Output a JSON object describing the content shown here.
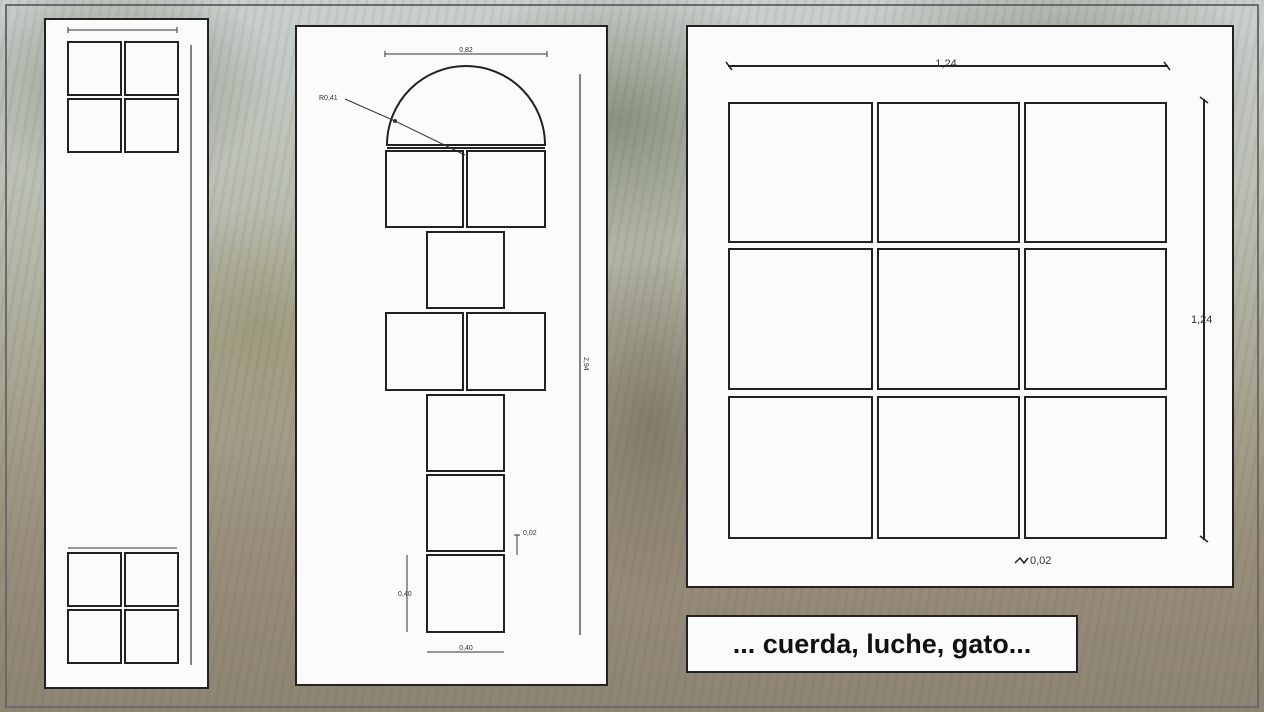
{
  "caption": "... cuerda, luche, gato...",
  "panel_left": {
    "grids": [
      {
        "name": "top-square-grid",
        "rows": 2,
        "cols": 2
      },
      {
        "name": "bottom-square-grid",
        "rows": 2,
        "cols": 2
      }
    ]
  },
  "panel_middle": {
    "radius_label": "R0,41",
    "top_width_label": "0,82",
    "total_height_label": "2,94",
    "gap_label": "0,02",
    "square_side_label": "0,40",
    "bottom_width_label": "0,40",
    "layout_rows": [
      1,
      1,
      1,
      2,
      1,
      2
    ]
  },
  "panel_right": {
    "width_label": "1,24",
    "height_label": "1,24",
    "gap_label": "0,02",
    "grid": {
      "rows": 3,
      "cols": 3
    }
  },
  "colors": {
    "line": "#222222",
    "panel": "#fbfbfb",
    "caption_text": "#111111"
  }
}
